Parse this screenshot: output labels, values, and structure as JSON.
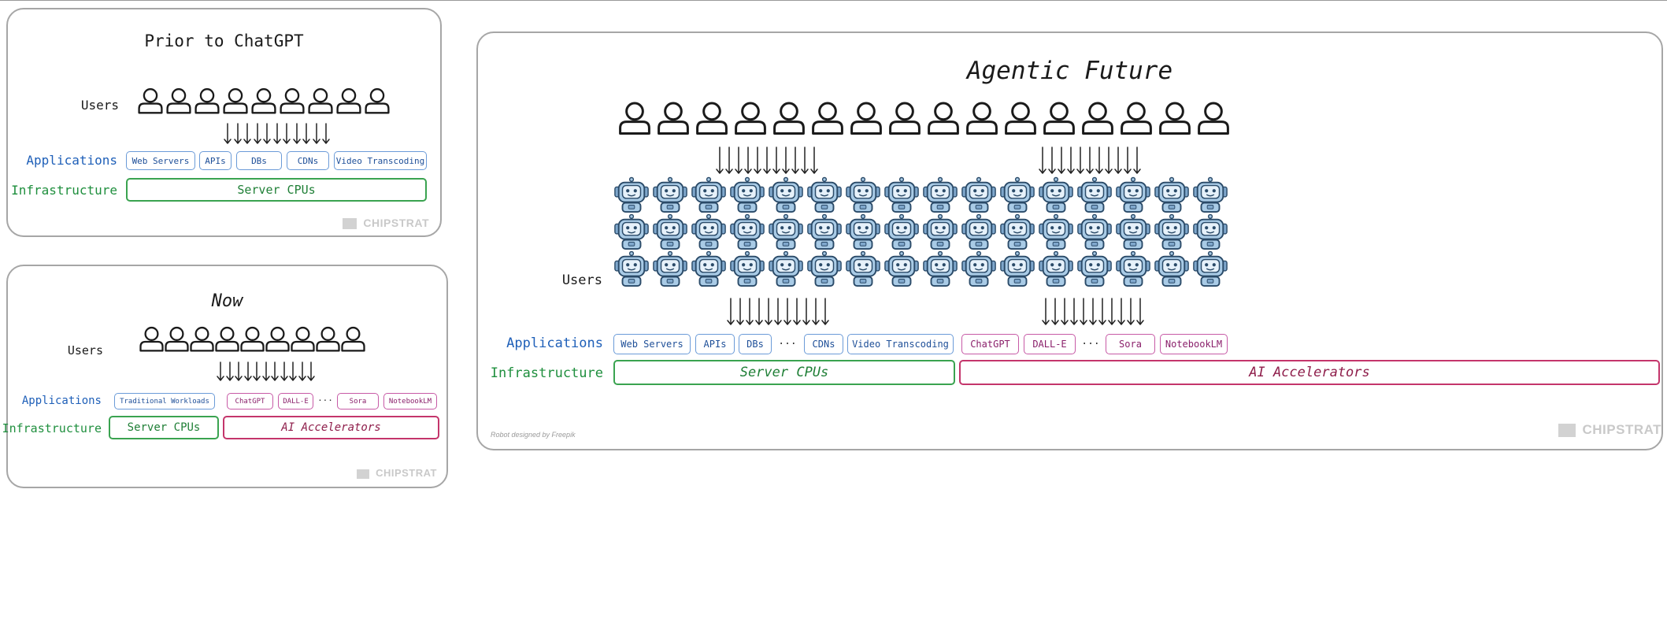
{
  "panel_prior": {
    "title": "Prior to ChatGPT",
    "users_label": "Users",
    "applications_label": "Applications",
    "infrastructure_label": "Infrastructure",
    "applications": [
      "Web Servers",
      "APIs",
      "DBs",
      "CDNs",
      "Video Transcoding"
    ],
    "infrastructure": [
      "Server CPUs"
    ],
    "watermark": "CHIPSTRAT"
  },
  "panel_now": {
    "title": "Now",
    "users_label": "Users",
    "applications_label": "Applications",
    "infrastructure_label": "Infrastructure",
    "traditional_apps": [
      "Traditional Workloads"
    ],
    "ai_apps": [
      "ChatGPT",
      "DALL-E",
      "...",
      "Sora",
      "NotebookLM"
    ],
    "infrastructure": [
      "Server CPUs",
      "AI Accelerators"
    ],
    "watermark": "CHIPSTRAT"
  },
  "panel_future": {
    "title": "Agentic Future",
    "users_label": "Users",
    "applications_label": "Applications",
    "infrastructure_label": "Infrastructure",
    "traditional_apps": [
      "Web Servers",
      "APIs",
      "DBs",
      "...",
      "CDNs",
      "Video Transcoding"
    ],
    "ai_apps": [
      "ChatGPT",
      "DALL-E",
      "...",
      "Sora",
      "NotebookLM"
    ],
    "infrastructure": [
      "Server CPUs",
      "AI Accelerators"
    ],
    "credit": "Robot designed by Freepik",
    "watermark": "CHIPSTRAT"
  },
  "colors": {
    "user_icon": "#1a1a1a",
    "applications_label": "#1e5fb8",
    "infrastructure_label": "#1f8f3e",
    "traditional_app_border": "#6b9bd8",
    "ai_app_border": "#c75aa6",
    "server_cpu_border": "#3aa350",
    "ai_accelerator_border": "#c4356b",
    "robot_body": "#a9cbe6"
  },
  "icons": {
    "user": "person-outline-icon",
    "agent": "robot-icon",
    "flow": "down-arrow-icon"
  }
}
